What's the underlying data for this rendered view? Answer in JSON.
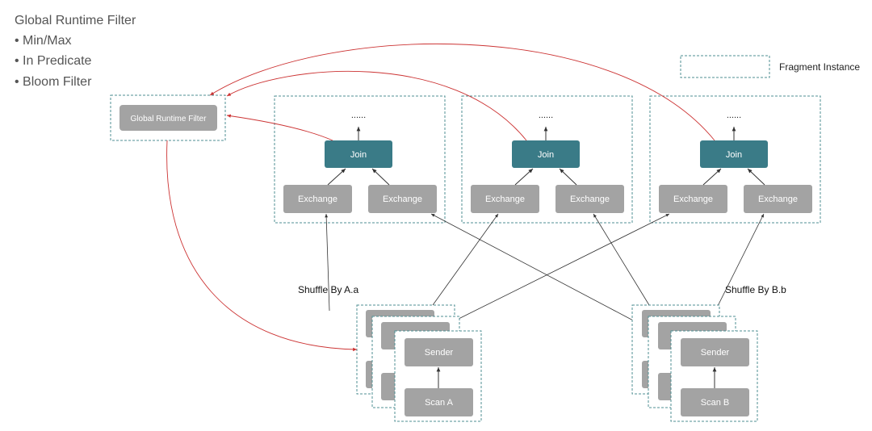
{
  "legend": {
    "title": "Global Runtime Filter",
    "bullets": [
      "Min/Max",
      "In Predicate",
      "Bloom Filter"
    ]
  },
  "fragment_instance_label": "Fragment Instance",
  "grf_box_label": "Global Runtime Filter",
  "fragments": [
    {
      "dots": "......",
      "join": "Join",
      "exchange_left": "Exchange",
      "exchange_right": "Exchange"
    },
    {
      "dots": "......",
      "join": "Join",
      "exchange_left": "Exchange",
      "exchange_right": "Exchange"
    },
    {
      "dots": "......",
      "join": "Join",
      "exchange_left": "Exchange",
      "exchange_right": "Exchange"
    }
  ],
  "shuffle_a": "Shuffle By A.a",
  "shuffle_b": "Shuffle By B.b",
  "stack_a": {
    "sender": "Sender",
    "scan": "Scan A"
  },
  "stack_b": {
    "sender": "Sender",
    "scan": "Scan B"
  },
  "colors": {
    "join": "#3a7b87",
    "gray_box": "#a3a3a3",
    "frame": "#4f8f93",
    "red_arrow": "#cc3333",
    "line": "#333333"
  }
}
